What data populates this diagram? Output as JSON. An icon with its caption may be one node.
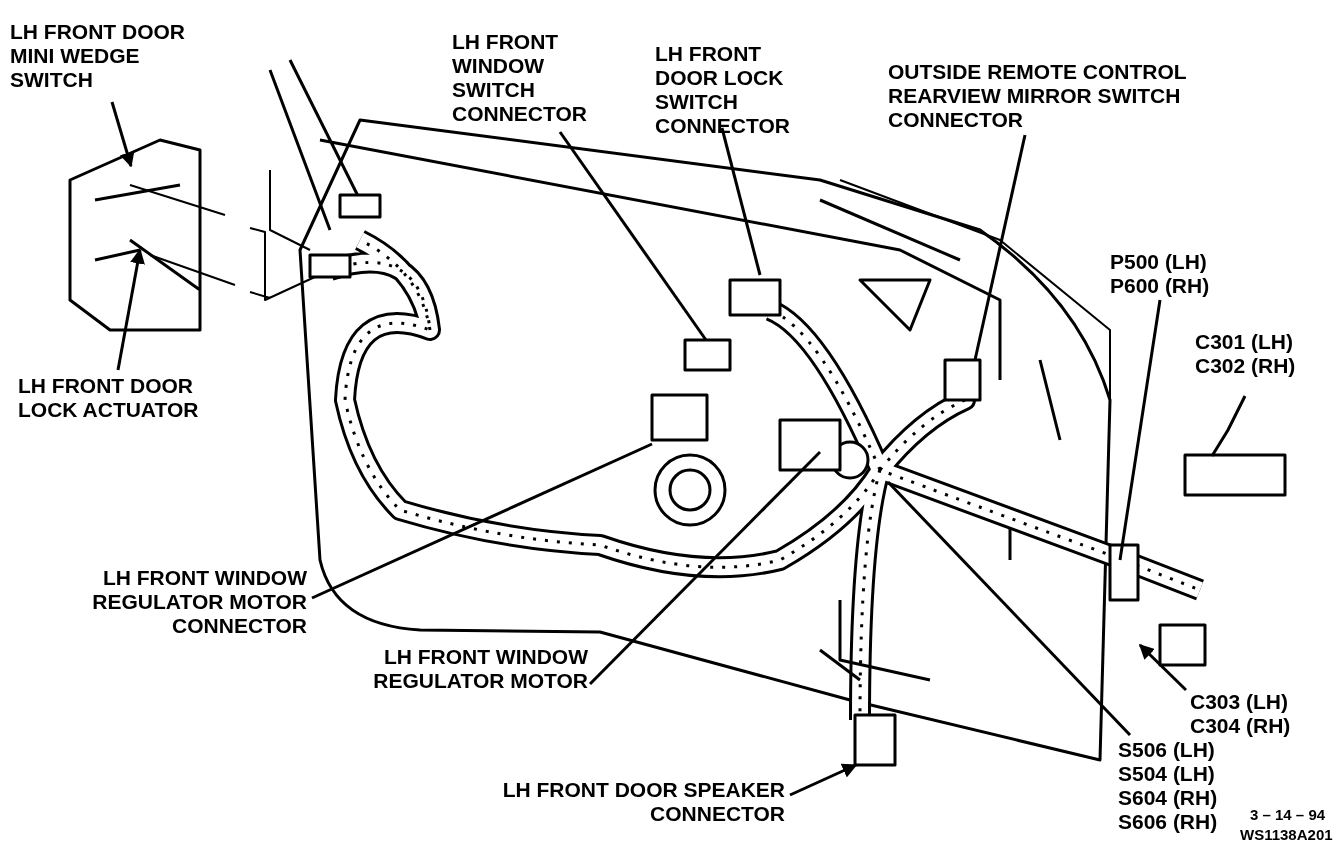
{
  "diagram": {
    "nodes": [
      {
        "text": [
          "LH FRONT DOOR MINI WEDGE SWITCH"
        ]
      },
      {
        "text": [
          "LH FRONT WINDOW SWITCH CONNECTOR"
        ]
      },
      {
        "text": [
          "LH FRONT DOOR LOCK SWITCH CONNECTOR"
        ]
      },
      {
        "text": [
          "OUTSIDE REMOTE CONTROL REARVIEW MIRROR SWITCH CONNECTOR"
        ]
      },
      {
        "text": [
          "P500 (LH) P600 (RH)"
        ]
      },
      {
        "text": [
          "C301 (LH) C302 (RH)"
        ]
      },
      {
        "text": [
          "LH FRONT DOOR LOCK ACTUATOR"
        ]
      },
      {
        "text": [
          "LH FRONT WINDOW REGULATOR MOTOR CONNECTOR"
        ]
      },
      {
        "text": [
          "LH FRONT WINDOW REGULATOR MOTOR"
        ]
      },
      {
        "text": [
          "C303 (LH) C304 (RH)"
        ]
      },
      {
        "text": [
          "S506 (LH) S504 (LH) S604 (RH) S606 (RH)"
        ]
      },
      {
        "text": [
          "LH FRONT DOOR SPEAKER CONNECTOR"
        ]
      }
    ],
    "edges": [
      {
        "from": 0,
        "to": null,
        "arrow": "to"
      },
      {
        "from": 1,
        "to": null,
        "arrow": "none"
      },
      {
        "from": 2,
        "to": null,
        "arrow": "none"
      },
      {
        "from": 3,
        "to": null,
        "arrow": "none"
      },
      {
        "from": 4,
        "to": null,
        "arrow": "none"
      },
      {
        "from": 5,
        "to": null,
        "arrow": "none"
      },
      {
        "from": 6,
        "to": null,
        "arrow": "to"
      },
      {
        "from": 7,
        "to": null,
        "arrow": "none"
      },
      {
        "from": 8,
        "to": null,
        "arrow": "none"
      },
      {
        "from": 9,
        "to": null,
        "arrow": "to"
      },
      {
        "from": 10,
        "to": null,
        "arrow": "none"
      },
      {
        "from": 11,
        "to": null,
        "arrow": "to"
      }
    ],
    "labels": [
      "3 – 14 – 94",
      "WS1138A201"
    ]
  }
}
